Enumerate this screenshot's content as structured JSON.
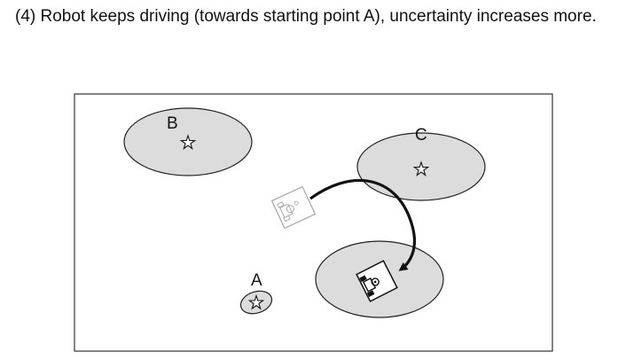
{
  "caption": "(4) Robot keeps driving (towards starting point A), uncertainty increases more.",
  "diagram": {
    "landmarks": [
      {
        "id": "A",
        "label": "A"
      },
      {
        "id": "B",
        "label": "B"
      },
      {
        "id": "C",
        "label": "C"
      }
    ],
    "colors": {
      "ellipse_fill": "#dcdcdc",
      "stroke": "#1a1a1a",
      "faded_robot": "#aaaaaa",
      "frame": "#333333"
    }
  }
}
